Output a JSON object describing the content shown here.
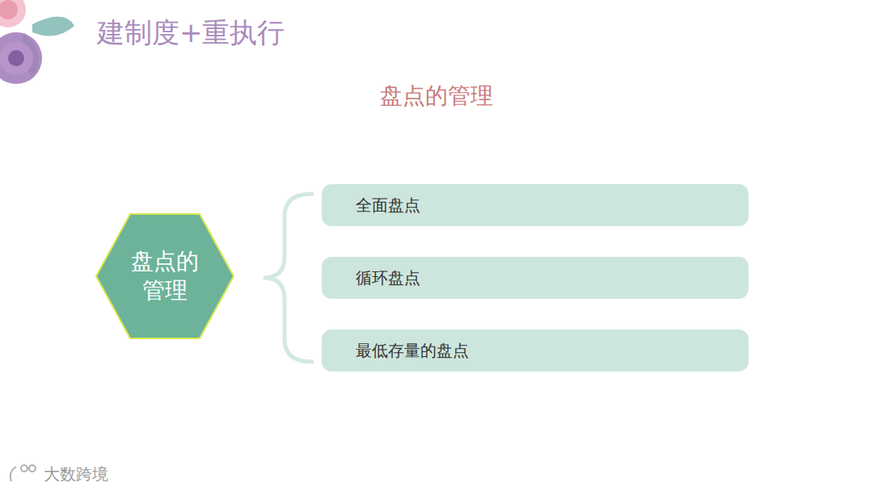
{
  "diagram": {
    "title": "建制度+重执行",
    "nodes": [
      {
        "text": [
          "盘点的 管理"
        ]
      },
      {
        "text": [
          "全面盘点"
        ]
      },
      {
        "text": [
          "循环盘点"
        ]
      },
      {
        "text": [
          "最低存量的盘点"
        ]
      }
    ],
    "labels": [
      "盘点的管理",
      "大数跨境"
    ]
  }
}
